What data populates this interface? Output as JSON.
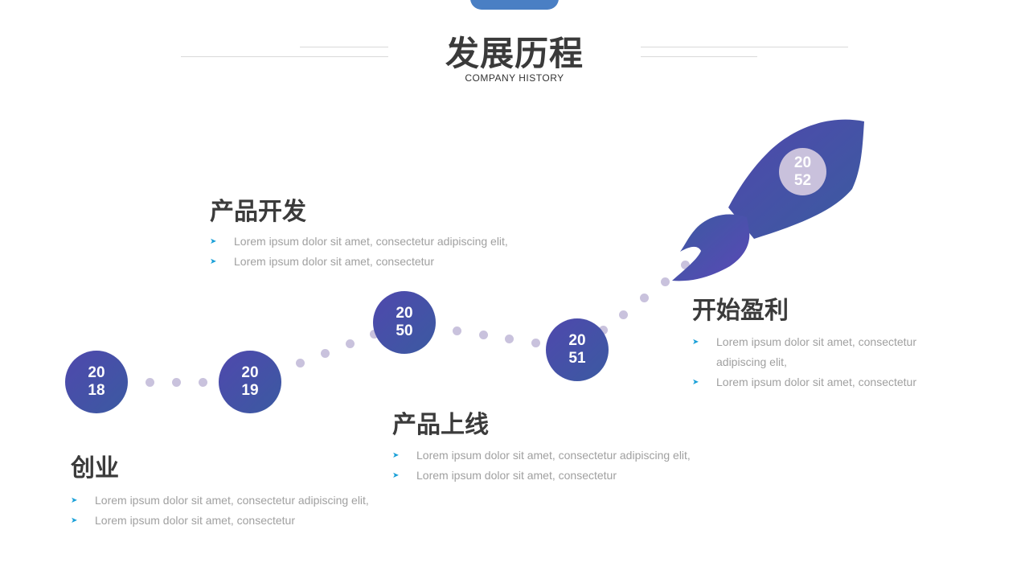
{
  "header": {
    "title": "发展历程",
    "subtitle": "COMPANY  HISTORY"
  },
  "colors": {
    "accent": "#4a7fc4",
    "circle_gradient_start": "#4f48ad",
    "circle_gradient_end": "#3b5aa1",
    "dot": "#c9c2dd",
    "bullet_arrow": "#1aa0d8",
    "heading": "#3b3b3b",
    "body_text": "#a0a0a0"
  },
  "milestones": [
    {
      "year_top": "20",
      "year_bottom": "18"
    },
    {
      "year_top": "20",
      "year_bottom": "19"
    },
    {
      "year_top": "20",
      "year_bottom": "50"
    },
    {
      "year_top": "20",
      "year_bottom": "51"
    },
    {
      "year_top": "20",
      "year_bottom": "52"
    }
  ],
  "sections": {
    "startup": {
      "heading": "创业",
      "bullets": [
        "Lorem ipsum dolor sit amet, consectetur adipiscing elit,",
        "Lorem ipsum dolor sit amet, consectetur"
      ]
    },
    "product_dev": {
      "heading": "产品开发",
      "bullets": [
        "Lorem ipsum dolor sit amet, consectetur adipiscing elit,",
        "Lorem ipsum dolor sit amet, consectetur"
      ]
    },
    "product_launch": {
      "heading": "产品上线",
      "bullets": [
        "Lorem ipsum dolor sit amet, consectetur adipiscing elit,",
        "Lorem ipsum dolor sit amet, consectetur"
      ]
    },
    "profit": {
      "heading": "开始盈利",
      "bullets": [
        "Lorem ipsum dolor sit amet, consectetur",
        "adipiscing elit,",
        "Lorem ipsum dolor sit amet, consectetur"
      ]
    }
  },
  "icons": {
    "bullet": "arrowhead-icon",
    "rocket": "rocket-icon"
  }
}
